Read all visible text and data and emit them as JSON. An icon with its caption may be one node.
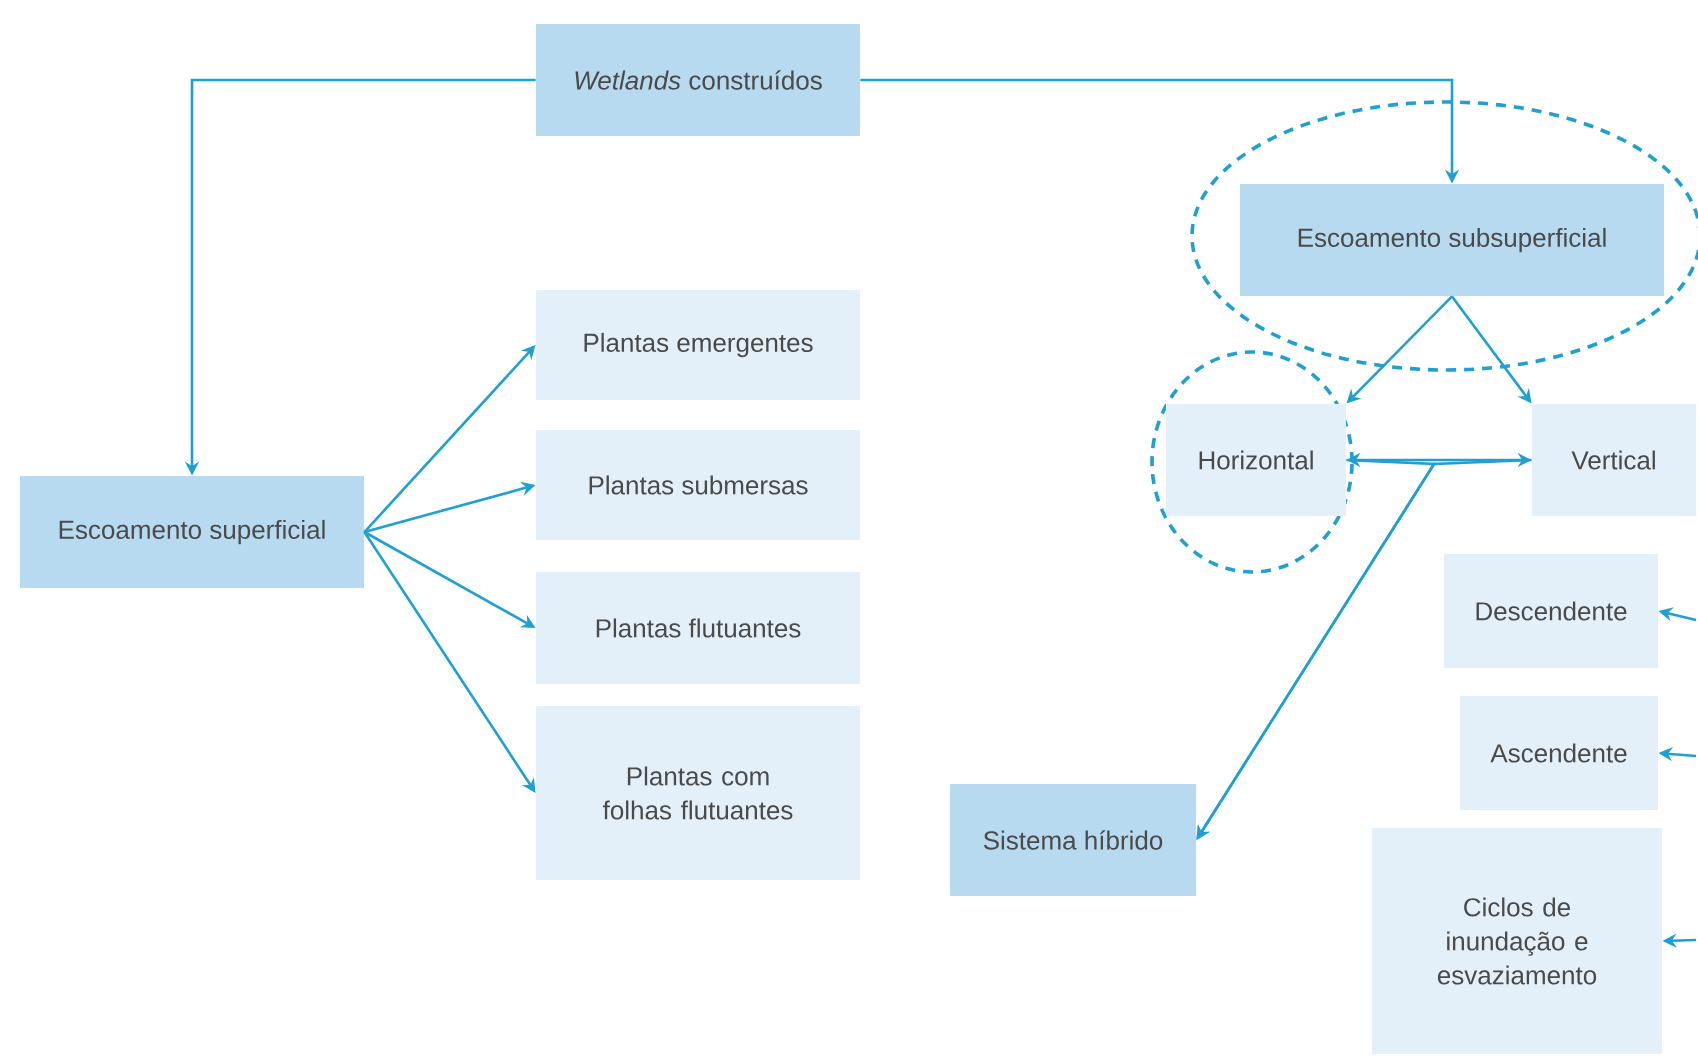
{
  "diagram": {
    "nodes": [
      {
        "text": [
          "*Wetlands* construídos"
        ]
      },
      {
        "text": [
          "Escoamento superficial"
        ]
      },
      {
        "text": [
          "Plantas emergentes"
        ]
      },
      {
        "text": [
          "Plantas submersas"
        ]
      },
      {
        "text": [
          "Plantas flutuantes"
        ]
      },
      {
        "text": [
          "Plantas com folhas flutuantes"
        ]
      },
      {
        "text": [
          "Escoamento subsuperficial"
        ]
      },
      {
        "text": [
          "Horizontal"
        ]
      },
      {
        "text": [
          "Vertical"
        ]
      },
      {
        "text": [
          "Sistema híbrido"
        ]
      },
      {
        "text": [
          "Descendente"
        ]
      },
      {
        "text": [
          "Ascendente"
        ]
      },
      {
        "text": [
          "Ciclos de inundação e esvaziamento"
        ]
      }
    ],
    "edges": [
      {
        "from": 0,
        "to": 1,
        "arrow": "to"
      },
      {
        "from": 0,
        "to": 6,
        "arrow": "to"
      },
      {
        "from": 1,
        "to": 2,
        "arrow": "to"
      },
      {
        "from": 1,
        "to": 3,
        "arrow": "to"
      },
      {
        "from": 1,
        "to": 4,
        "arrow": "to"
      },
      {
        "from": 1,
        "to": 5,
        "arrow": "to"
      },
      {
        "from": 6,
        "to": 7,
        "arrow": "to"
      },
      {
        "from": 6,
        "to": 8,
        "arrow": "to"
      },
      {
        "from": 7,
        "to": 8,
        "arrow": "both"
      },
      {
        "from": 7,
        "to": 9,
        "arrow": "to"
      },
      {
        "from": 8,
        "to": 9,
        "arrow": "to"
      },
      {
        "from": null,
        "to": 10,
        "arrow": "to"
      },
      {
        "from": null,
        "to": 11,
        "arrow": "to"
      },
      {
        "from": null,
        "to": 12,
        "arrow": "to"
      }
    ]
  }
}
